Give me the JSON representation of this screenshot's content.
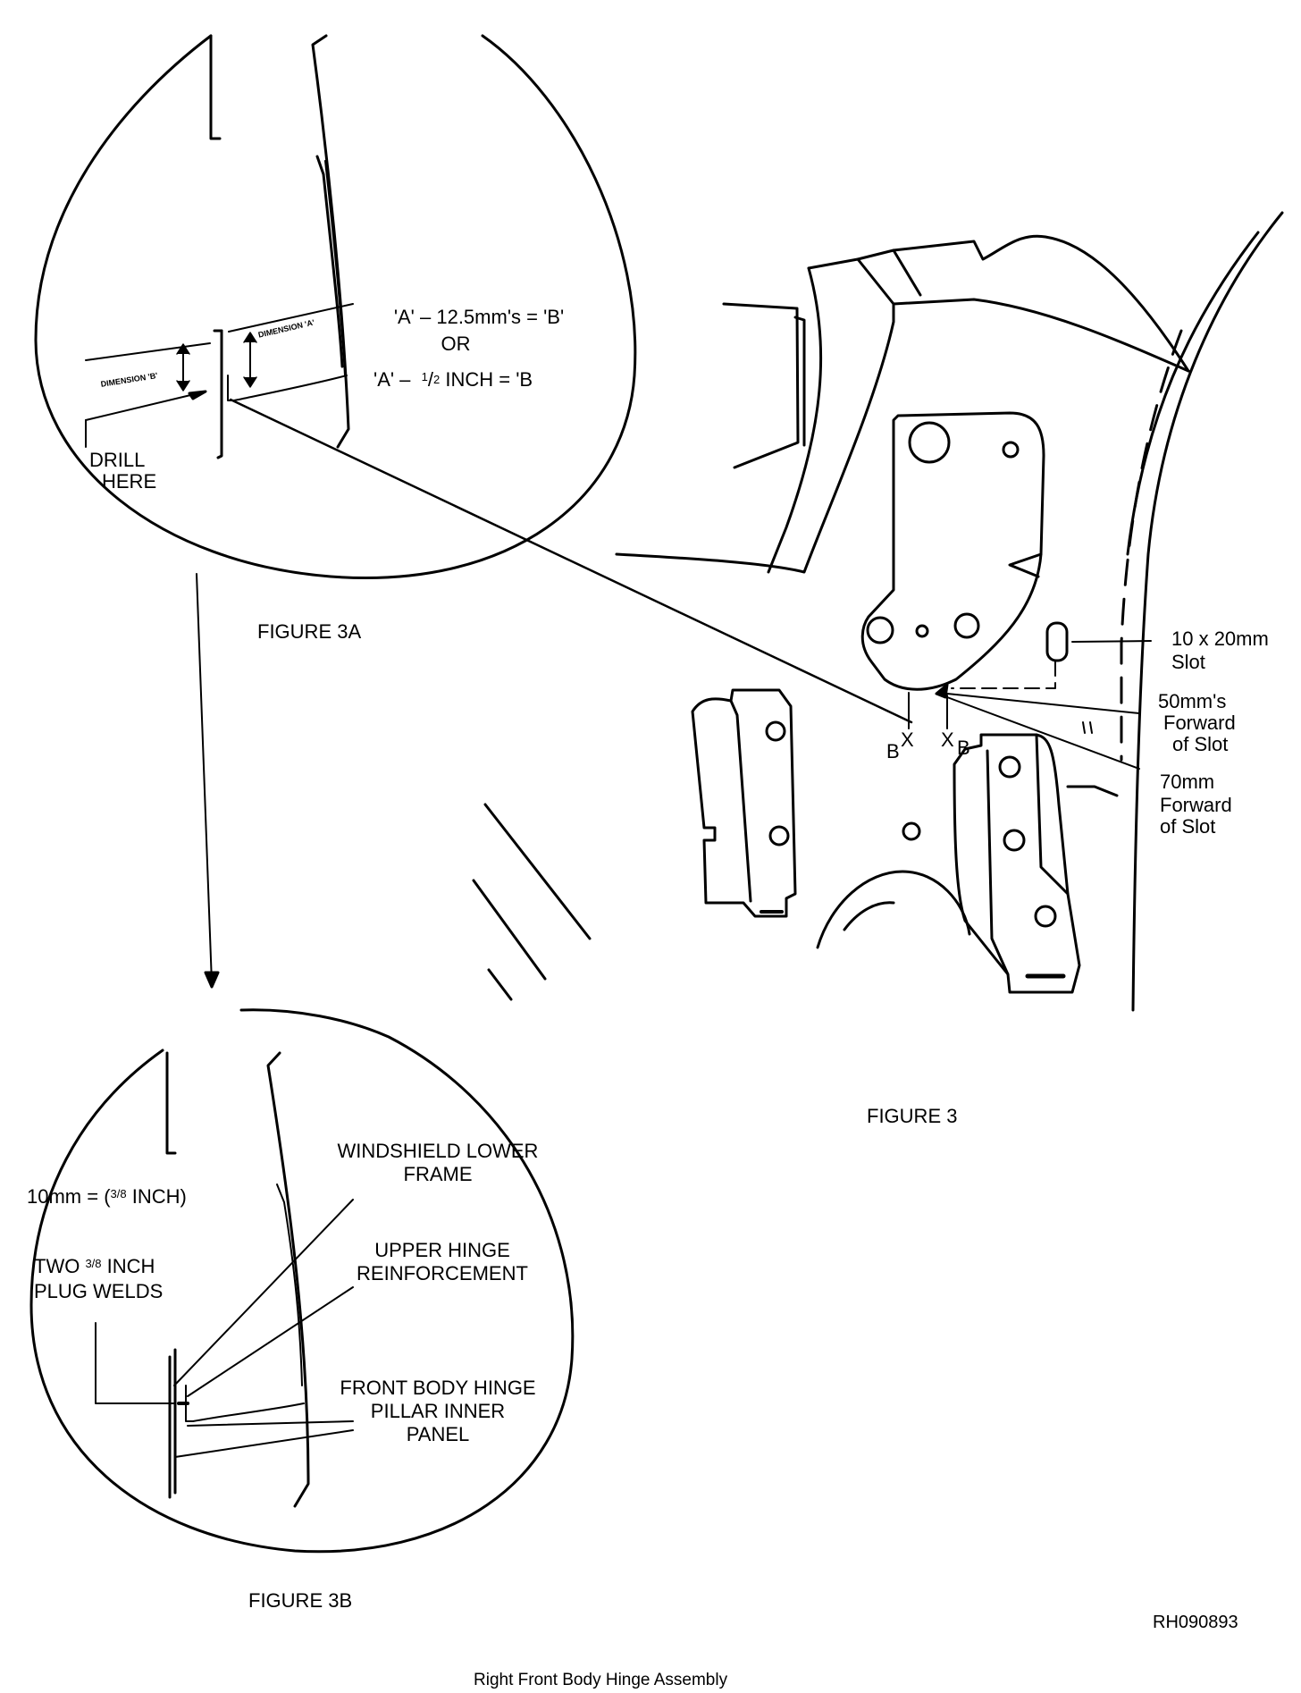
{
  "figure3a": {
    "title": "FIGURE 3A",
    "formula_line1": "'A' –  12.5mm's = 'B'",
    "formula_or": "OR",
    "formula_line3_prefix": "'A' –",
    "formula_line3_num": "1",
    "formula_line3_den": "2",
    "formula_line3_suffix": " INCH = 'B",
    "dimension_a": "DIMENSION 'A'",
    "dimension_b": "DIMENSION 'B'",
    "drill_1": "DRILL",
    "drill_2": "HERE"
  },
  "figure3": {
    "title": "FIGURE 3",
    "slot_label_1": "10 x 20mm",
    "slot_label_2": "Slot",
    "fwd50_1": "50mm's",
    "fwd50_2": "Forward",
    "fwd50_3": "of Slot",
    "fwd70_1": "70mm",
    "fwd70_2": "Forward",
    "fwd70_3": "of Slot",
    "mark_b": "B",
    "mark_x": "X"
  },
  "figure3b": {
    "title": "FIGURE 3B",
    "dim_prefix": "10mm = (",
    "dim_frac": "3/8",
    "dim_suffix": " INCH)",
    "welds_prefix": "TWO ",
    "welds_frac": "3/8",
    "welds_suffix": " INCH",
    "welds_line2": "PLUG WELDS",
    "windshield_1": "WINDSHIELD LOWER",
    "windshield_2": "FRAME",
    "upper_1": "UPPER HINGE",
    "upper_2": "REINFORCEMENT",
    "pillar_1": "FRONT BODY HINGE",
    "pillar_2": "PILLAR INNER",
    "pillar_3": "PANEL"
  },
  "ref_code": "RH090893",
  "caption": "Right Front Body Hinge Assembly"
}
